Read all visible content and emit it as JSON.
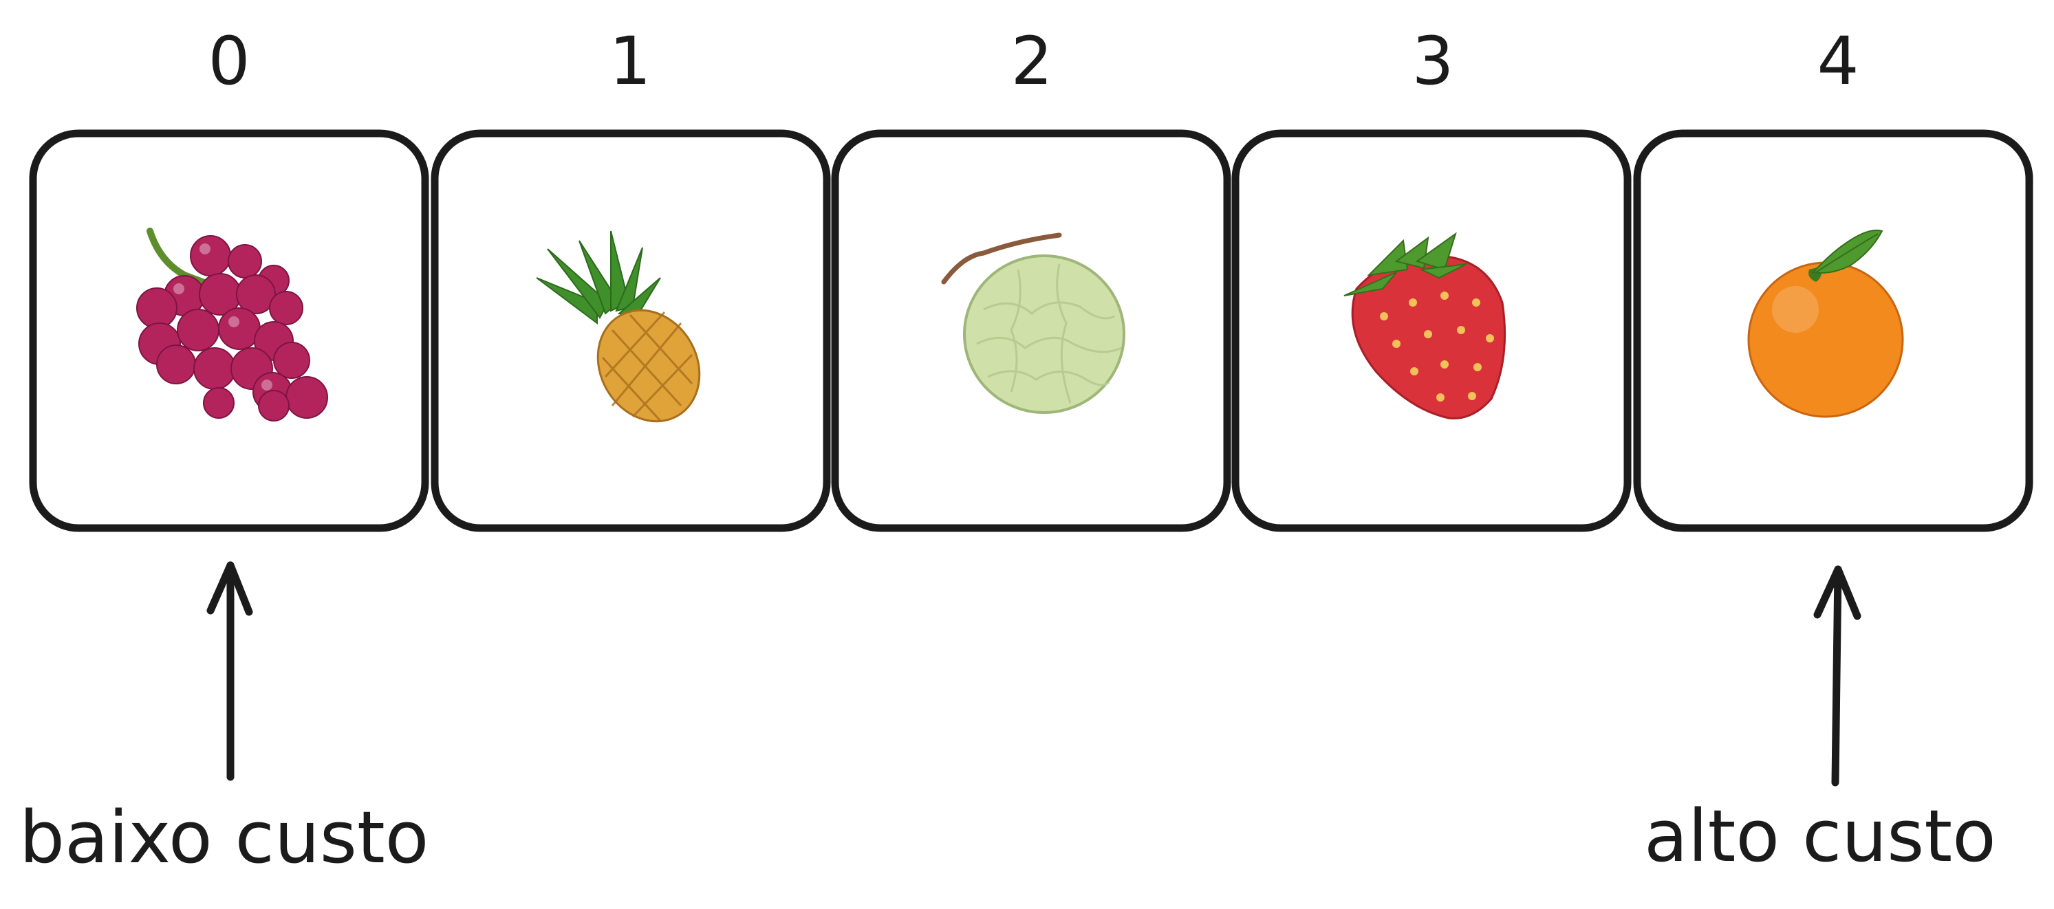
{
  "cells": [
    {
      "index": "0",
      "fruit": "grapes-icon"
    },
    {
      "index": "1",
      "fruit": "pineapple-icon"
    },
    {
      "index": "2",
      "fruit": "melon-icon"
    },
    {
      "index": "3",
      "fruit": "strawberry-icon"
    },
    {
      "index": "4",
      "fruit": "orange-icon"
    }
  ],
  "labels": {
    "low": "baixo custo",
    "high": "alto custo"
  },
  "colors": {
    "ink": "#1b1b1b",
    "grape": "#b3245c",
    "pineapple": "#e0a33a",
    "melon": "#cfe0a8",
    "strawberry": "#d9323a",
    "orange": "#f28a1e",
    "leaf": "#4f9a2e"
  }
}
